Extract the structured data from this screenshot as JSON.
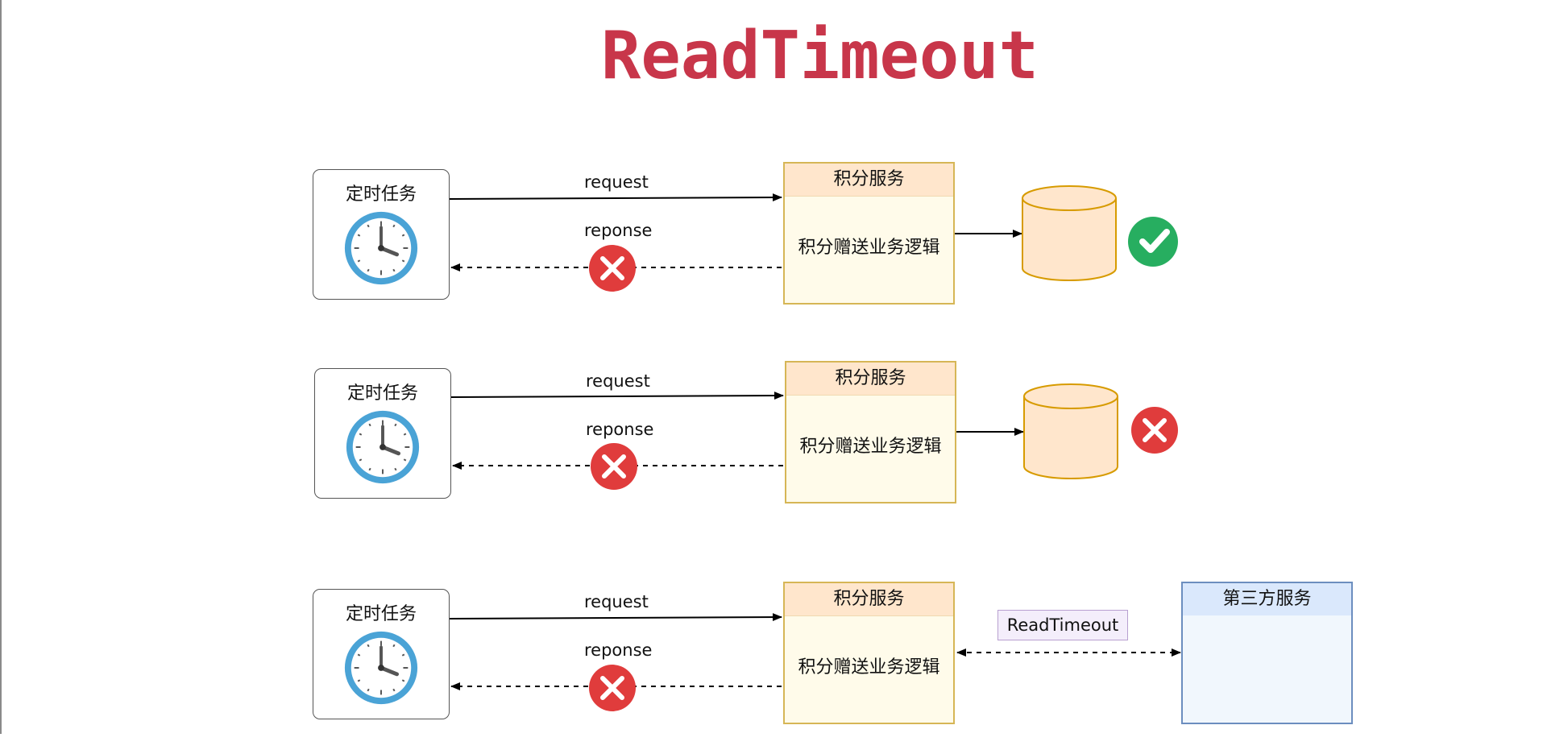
{
  "title": "ReadTimeout",
  "colors": {
    "title": "#c8364a",
    "service_border": "#d6b656",
    "service_header": "#ffe6cc",
    "service_fill": "#fffbea",
    "database_border": "#d79b00",
    "database_fill": "#ffe6cc",
    "third_party_border": "#6c8ebf",
    "third_party_header": "#dae8fc",
    "error": "#e03c3c",
    "success": "#27ae60"
  },
  "scenarios": [
    {
      "task_label": "定时任务",
      "request_label": "request",
      "response_label": "reponse",
      "service_title": "积分服务",
      "service_body": "积分赠送业务逻辑",
      "response_status_icon": "error-icon",
      "database_status_icon": "success-check-icon"
    },
    {
      "task_label": "定时任务",
      "request_label": "request",
      "response_label": "reponse",
      "service_title": "积分服务",
      "service_body": "积分赠送业务逻辑",
      "response_status_icon": "error-icon",
      "database_status_icon": "error-icon"
    },
    {
      "task_label": "定时任务",
      "request_label": "request",
      "response_label": "reponse",
      "service_title": "积分服务",
      "service_body": "积分赠送业务逻辑",
      "response_status_icon": "error-icon",
      "timeout_label": "ReadTimeout",
      "third_party_title": "第三方服务"
    }
  ]
}
